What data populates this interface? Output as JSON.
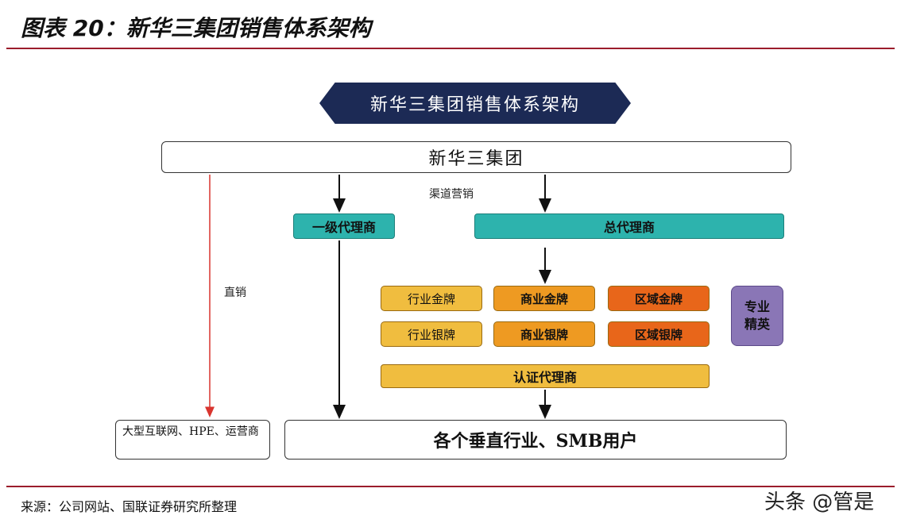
{
  "figure": {
    "title": "图表 20：新华三集团销售体系架构",
    "source": "来源：公司网站、国联证券研究所整理",
    "watermark": "头条 @管是"
  },
  "diagram": {
    "banner": "新华三集团销售体系架构",
    "group": "新华三集团",
    "channel_label": "渠道营销",
    "direct_label": "直销",
    "level1_agent": "一级代理商",
    "general_agent": "总代理商",
    "gold": {
      "industry": "行业金牌",
      "business": "商业金牌",
      "regional": "区域金牌"
    },
    "silver": {
      "industry": "行业银牌",
      "business": "商业银牌",
      "regional": "区域银牌"
    },
    "elite": "专业精英",
    "certified_agent": "认证代理商",
    "direct_customers": "大型互联网、HPE、运营商",
    "end_users": "各个垂直行业、SMB用户"
  },
  "colors": {
    "banner": "#1c2a55",
    "teal": "#2db3ad",
    "gold_light": "#f0bd3f",
    "gold_mid": "#ee9a22",
    "gold_dark": "#e8661a",
    "elite": "#8a76b6",
    "direct_arrow": "#d9352f",
    "rule": "#9b1c2c"
  }
}
